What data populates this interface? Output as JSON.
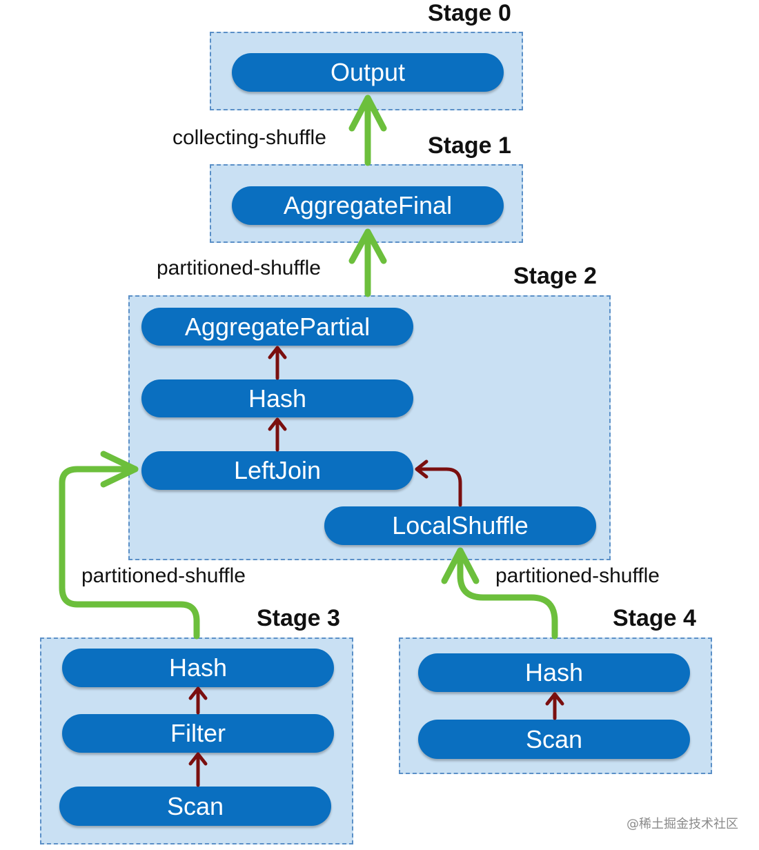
{
  "stages": {
    "s0": {
      "title": "Stage 0",
      "ops": {
        "output": "Output"
      }
    },
    "s1": {
      "title": "Stage 1",
      "ops": {
        "aggregate_final": "AggregateFinal"
      }
    },
    "s2": {
      "title": "Stage 2",
      "ops": {
        "aggregate_partial": "AggregatePartial",
        "hash": "Hash",
        "left_join": "LeftJoin",
        "local_shuffle": "LocalShuffle"
      }
    },
    "s3": {
      "title": "Stage 3",
      "ops": {
        "hash": "Hash",
        "filter": "Filter",
        "scan": "Scan"
      }
    },
    "s4": {
      "title": "Stage 4",
      "ops": {
        "hash": "Hash",
        "scan": "Scan"
      }
    }
  },
  "edges": {
    "collecting": "collecting-shuffle",
    "partitioned_1_2": "partitioned-shuffle",
    "partitioned_3_2": "partitioned-shuffle",
    "partitioned_4_2": "partitioned-shuffle"
  },
  "colors": {
    "stage_fill": "#c9e0f3",
    "stage_border": "#5a8fc7",
    "operator": "#0a6fc0",
    "shuffle_arrow": "#6cbf3c",
    "local_arrow": "#7a0f0f"
  },
  "watermark": "@稀土掘金技术社区"
}
